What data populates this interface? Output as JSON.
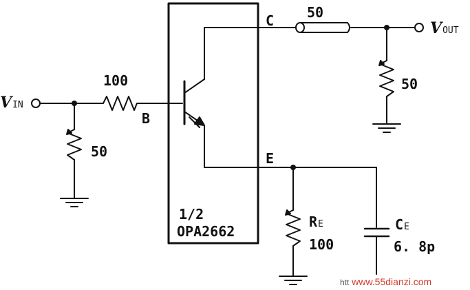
{
  "chip": {
    "fraction": "1/2",
    "part": "OPA2662"
  },
  "transistor_pins": {
    "collector": "C",
    "base": "B",
    "emitter": "E"
  },
  "input": {
    "v": "V",
    "sub": "IN"
  },
  "output": {
    "v": "V",
    "sub": "OUT"
  },
  "components": {
    "r_series_in": "100",
    "r_shunt_in": "50",
    "tline": "50",
    "r_load": "50",
    "re_name": "R",
    "re_sub": "E",
    "re_value": "100",
    "ce_name": "C",
    "ce_sub": "E",
    "ce_value": "6. 8p"
  },
  "watermark": {
    "prefix": "htt",
    "site": "www.55dianzi.com"
  }
}
